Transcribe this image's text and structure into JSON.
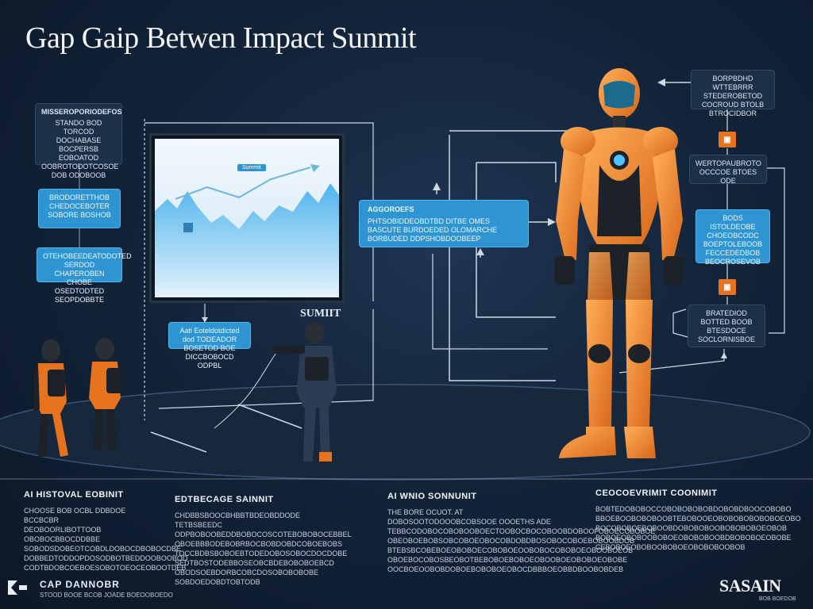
{
  "title": "Gap Gaip Betwen Impact Sunmit",
  "left_boxes": [
    {
      "heading": "MISSEROPORIODEFOS",
      "text": "STANDO BOD TORCOD DOCHABASE BOCPERSB EOBOATOD OOBROTODOTCOSOE DOB ODOBOOB"
    },
    {
      "heading": "",
      "text": "BRODORETTHOB CHEDOCEBOTER SOBORE BOSHOB"
    },
    {
      "heading": "",
      "text": "OTEHOBEEDEATODOTED SERDOD CHAPEROBEN CHOBE OSEDTODTED SEOPDOBBTE"
    }
  ],
  "monitor": {
    "badge": "Summit"
  },
  "center_box": {
    "heading": "AGGOROEFS",
    "text": "PHTSOBIDDEOBDTBD DITBE OMES BASCUTE BURDOEDED OLOMARCHE BORBUDED DDPSHOBDOOBEEP"
  },
  "caption_box": {
    "text": "Aati Eoteldotdicted dod TODEADOR BOSETOD BOE DICCBOBOCD ODPBL"
  },
  "stage_label": "SUMIIT",
  "right_boxes": [
    {
      "text": "BORPBDHD WTTEBRRR STEDEROBETOD COCROUD BTOLB BTROCIDBOR"
    },
    {
      "text": "WERTOPAUBROTO OCCCOE BTOES ODE"
    },
    {
      "text": "BODS ISTOLDEOBE CHOEOBCODC BOEPTOLEBOOB FECCEDEDBOB BEOCROSEVOB"
    },
    {
      "text": "BRATEDIOD BOTTED BOOB BTESDOCE SOCLORNISBOE"
    }
  ],
  "tag_glyph": "▣",
  "columns": [
    {
      "heading": "AI HISTOVAL EOBINIT",
      "lines": [
        "CHOOSE BOB OCBL DDBDOE BCCBCBR",
        "DEOBOORLIBOTTOOB OBOBOCBBOCDDBBE",
        "SOBODSDOBEOTCOBDLDOBOCDBOBOCDBE",
        "DOBBEDTODDOPDOSODBOTBEDDOOBOOBOD",
        "CODTBDOBCOEBOESOBOTOEOCEOBOOTDEB"
      ]
    },
    {
      "heading": "EDTBECAGE SAINNIT",
      "lines": [
        "CHDBBSBOOCBHBBTBDEOBDDODE TETBSBEEDC",
        "ODPBOBOOBEDDBOBOCOSCOTEBOBOBOCEBBEL",
        "OBOEBBBODEBOBRBOCBOBDOBDCOBOEBOBS",
        "TOCCBDBSBOBOEBTODEDOBOSOBOCDOCDOBE",
        "SEDTBOSTODEBBOSEOBCBDEBOBOBOEBCD",
        "OBODSOEBDORBCOBCDOSOBOBOBOBE",
        "SOBDOEDOBDTOBTODB"
      ]
    },
    {
      "heading": "AI WNIO SONNUNIT",
      "lines": [
        "THE BORE OCUOT. AT DOBOSOOTODOOOBCOBSOOE OOOETHS ADE",
        "TEBBCODOBOCOBOBOOBOECTOOBOCBOCOBOOBDOBOOFOBOECOBOBOE",
        "OBEOBOEBOBSOBCOBOEOBOCOBDOBDBOSOBOCOBOEBOBOOBDOB",
        "BTEBSBCOBEBOEOBOBOECOBOBOEOOBOBOCOBOBOEOBOOBOEOB",
        "OBOEBOCOBOSBEOBOTBEBOBOEBOBOEOBOOBOEOBOBOEOBOBE",
        "OOCBOEOOBOBDOBOEBOBOBOEOBOCDBBBOEOBBDBOOBOBDEB"
      ]
    },
    {
      "heading": "CEOCOEVRIMIT COONIMIT",
      "lines": [
        "BOBTEDOBOBOCCOBOBOBOBOBDOBOBDBOOCOBOBO",
        "BBOEBOOBOBOBOOBTEBOBOOEOBOBOBOBOBOBOEOBO",
        "BOCOBOBOEBOBOOBDOBOBOBOOBOBOBOBOEOBOB",
        "BOBOEOBOBOOBOBOEOBOBOBOOBDBOBOBOEOBOBE",
        "CEBOBOEOBOBOOBOBOEOBOBOBOOBOB"
      ]
    }
  ],
  "footer": {
    "logo_left": "CAP DANNOBR",
    "sub_left": "STOOD BOOE BCOB JOADE BOEOOBOEDO",
    "logo_right": "SASAIN",
    "sub_right": "BOB BOEDOB"
  },
  "colors": {
    "accent_orange": "#e8731f",
    "accent_blue": "#2f95d2",
    "background": "#13243a"
  }
}
